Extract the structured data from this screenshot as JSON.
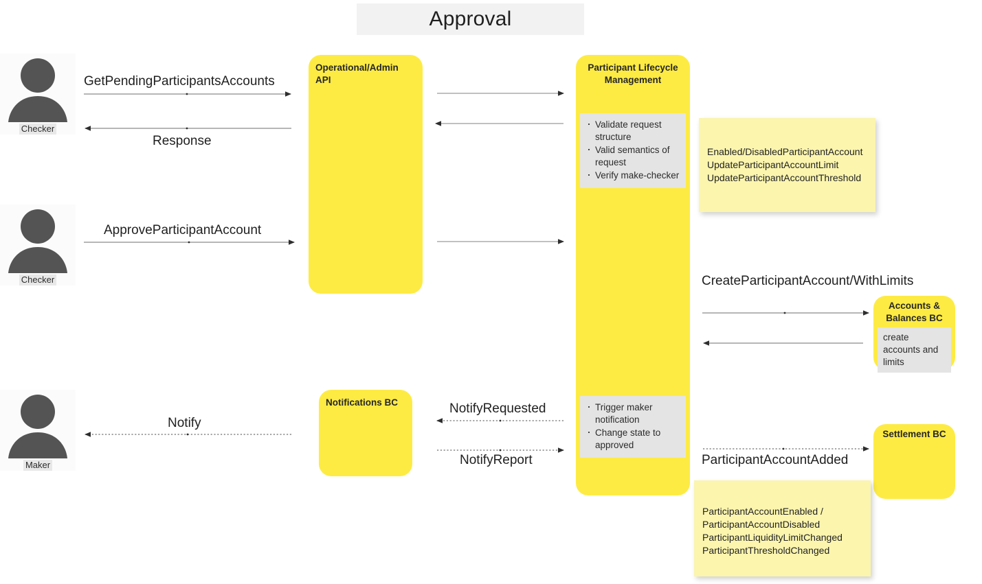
{
  "title": "Approval",
  "actors": [
    {
      "name": "checker-top",
      "label": "Checker",
      "icon": "person-icon"
    },
    {
      "name": "checker-mid",
      "label": "Checker",
      "icon": "person-icon"
    },
    {
      "name": "maker-bottom",
      "label": "Maker",
      "icon": "person-icon"
    }
  ],
  "lanes": {
    "operational_admin_api": {
      "label": "Operational/Admin API"
    },
    "participant_lifecycle_management": {
      "label": "Participant Lifecycle Management",
      "validation_note": [
        "Validate request structure",
        "Valid semantics of request",
        "Verify make-checker"
      ],
      "notify_note": [
        "Trigger maker notification",
        "Change state to approved"
      ]
    },
    "notifications_bc": {
      "label": "Notifications BC"
    },
    "accounts_balances_bc": {
      "label": "Accounts & Balances BC",
      "note": "create accounts and limits"
    },
    "settlement_bc": {
      "label": "Settlement BC"
    }
  },
  "messages": {
    "get_pending": "GetPendingParticipantsAccounts",
    "response": "Response",
    "approve_participant_account": "ApproveParticipantAccount",
    "create_participant_account": "CreateParticipantAccount/WithLimits",
    "notify": "Notify",
    "notify_requested": "NotifyRequested",
    "notify_report": "NotifyReport",
    "participant_account_added": "ParticipantAccountAdded"
  },
  "stickies": {
    "commands": "Enabled/DisabledParticipantAccount\nUpdateParticipantAccountLimit\nUpdateParticipantAccountThreshold",
    "events": "ParticipantAccountEnabled /\nParticipantAccountDisabled\nParticipantLiquidityLimitChanged\nParticipantThresholdChanged"
  },
  "colors": {
    "lane_yellow": "#fdeb43",
    "sticky_yellow": "#fbf5ae",
    "note_gray": "#e4e4e4",
    "title_band": "#f2f2f2",
    "actor_fill": "#545454",
    "arrow": "#3a3a3a"
  }
}
